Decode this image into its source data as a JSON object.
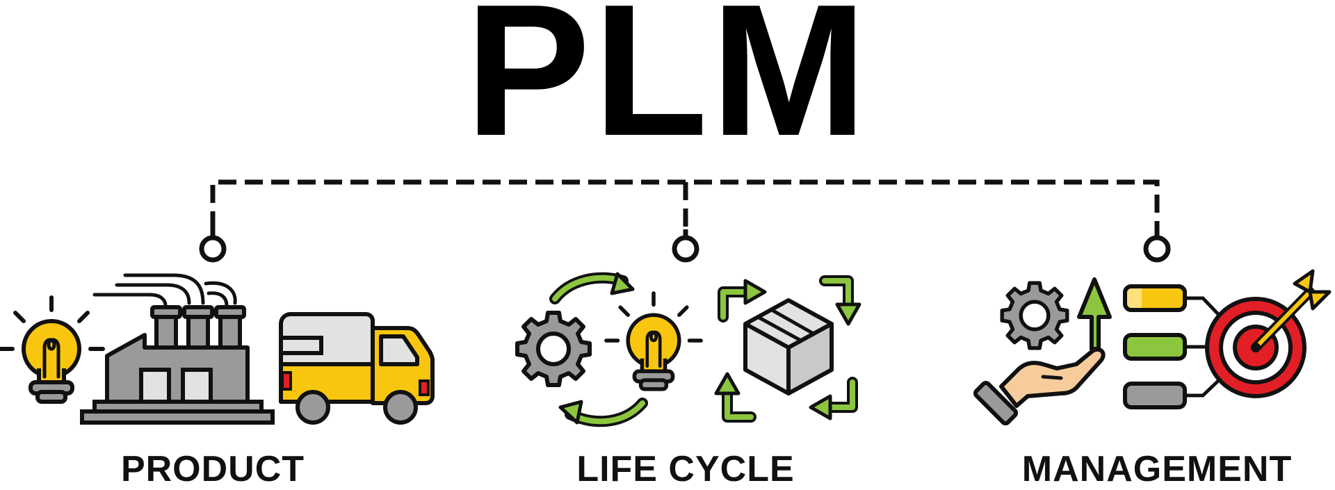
{
  "title": "PLM",
  "labels": {
    "product": "PRODUCT",
    "life_cycle": "LIFE CYCLE",
    "management": "MANAGEMENT"
  },
  "colors": {
    "outline": "#111111",
    "yellow": "#f9c60f",
    "green": "#8cc63f",
    "gray": "#9a9a9a",
    "light_gray": "#e2e2e2",
    "red": "#e21f26",
    "skin": "#f7cc9c"
  },
  "icons": [
    "lightbulb-icon",
    "factory-icon",
    "truck-icon",
    "gear-icon",
    "cycle-arrows-icon",
    "box-icon",
    "hand-gear-icon",
    "up-arrow-icon",
    "task-bars-icon",
    "target-icon"
  ]
}
